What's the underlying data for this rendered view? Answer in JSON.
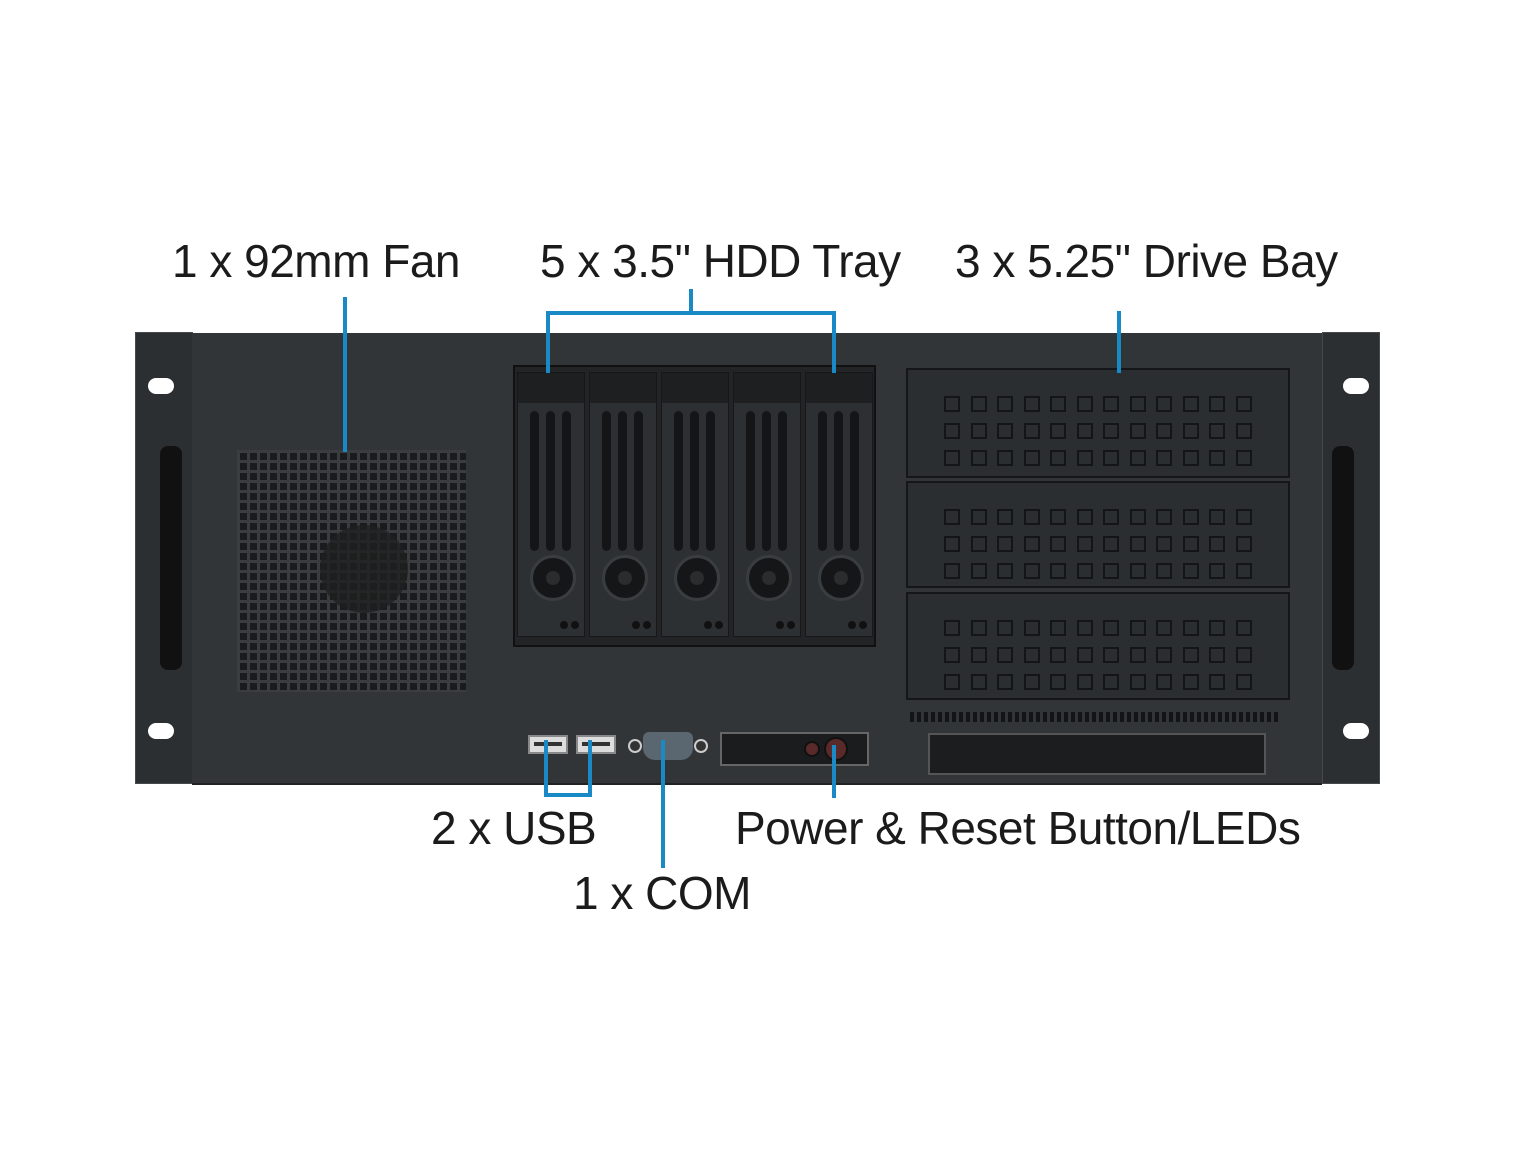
{
  "title": "Server chassis front panel",
  "labels": {
    "fan": "1 x 92mm Fan",
    "hdd": "5 x 3.5\" HDD Tray",
    "bay": "3 x 5.25\" Drive Bay",
    "usb": "2 x USB",
    "com": "1 x COM",
    "power": "Power & Reset Button/LEDs"
  },
  "counts": {
    "hdd_trays": 5,
    "drive_bays": 3,
    "usb_ports": 2
  },
  "colors": {
    "callout": "#1a8ac6",
    "chassis": "#323537"
  }
}
